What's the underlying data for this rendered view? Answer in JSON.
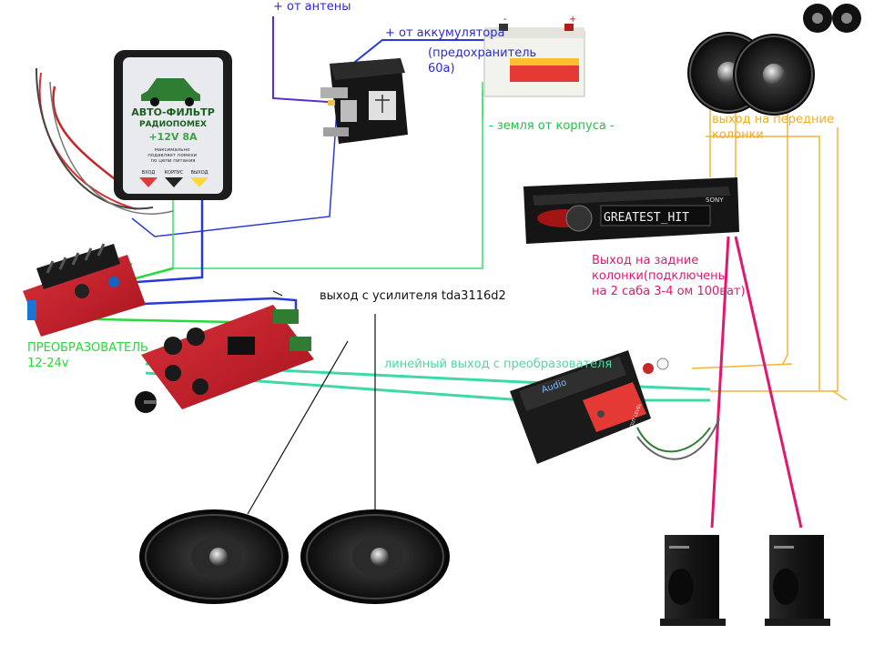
{
  "labels": {
    "antenna": "+ от антены",
    "battery": "+ от аккумулятора",
    "fuse": "(предохранитель\n60а)",
    "ground": "- земля от корпуса -",
    "front_out": "выход на передние\nколонки",
    "rear_out": "Выход на задние\nколонки(подключены\nна 2 саба 3-4 ом 100ват)",
    "amp_out": "выход с усилителя tda3116d2",
    "line_out": "линейный выход с преобразователя",
    "converter": "ПРЕОБРАЗОВАТЕЛЬ\n12-24v"
  },
  "filter": {
    "title1": "АВТО-ФИЛЬТР",
    "title2": "РАДИОПОМЕХ",
    "spec": "+12V  8A",
    "desc": "• максимально\nподавляет помехи\nпо цепи питания",
    "in": "ВХОД",
    "ground": "КОРПУС",
    "out": "ВЫХОД"
  },
  "head_unit": {
    "display": "GREATEST_HIT",
    "brand": "SONY"
  },
  "battery": {
    "plus": "+",
    "minus": "-"
  },
  "line_converter": {
    "brand": "Audio",
    "sub": "OUT LEVEL"
  },
  "colors": {
    "wire_blue": "#2a3ad8",
    "wire_green": "#34e06a",
    "wire_bright_green": "#27d93b",
    "wire_purple": "#5a2bd0",
    "wire_orange": "#f4b43a",
    "wire_pink": "#e0186f",
    "wire_black": "#111111",
    "wire_cyan": "#3fd9a8"
  }
}
